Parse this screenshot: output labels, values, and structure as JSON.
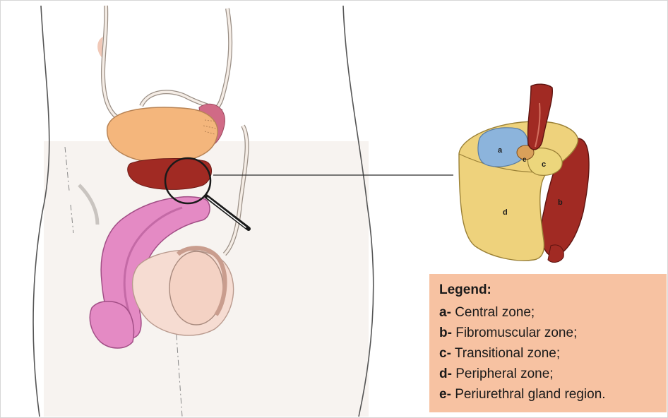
{
  "diagram": {
    "zone_labels": {
      "a": "a",
      "b": "b",
      "c": "c",
      "d": "d",
      "e": "e"
    },
    "colors": {
      "bladder": "#f4b67c",
      "prostate": "#a12a23",
      "penis": "#e48ac4",
      "testis": "#f4d2c4",
      "central_zone": "#8cb4dc",
      "fibromuscular_zone": "#a12a23",
      "transitional_zone": "#ecd67c",
      "peripheral_zone": "#eed27c"
    }
  },
  "legend": {
    "title": "Legend:",
    "items": [
      {
        "key": "a-",
        "text": "Central zone;"
      },
      {
        "key": "b-",
        "text": "Fibromuscular zone;"
      },
      {
        "key": "c-",
        "text": "Transitional zone;"
      },
      {
        "key": "d-",
        "text": "Peripheral zone;"
      },
      {
        "key": "e-",
        "text": "Periurethral gland region."
      }
    ]
  }
}
